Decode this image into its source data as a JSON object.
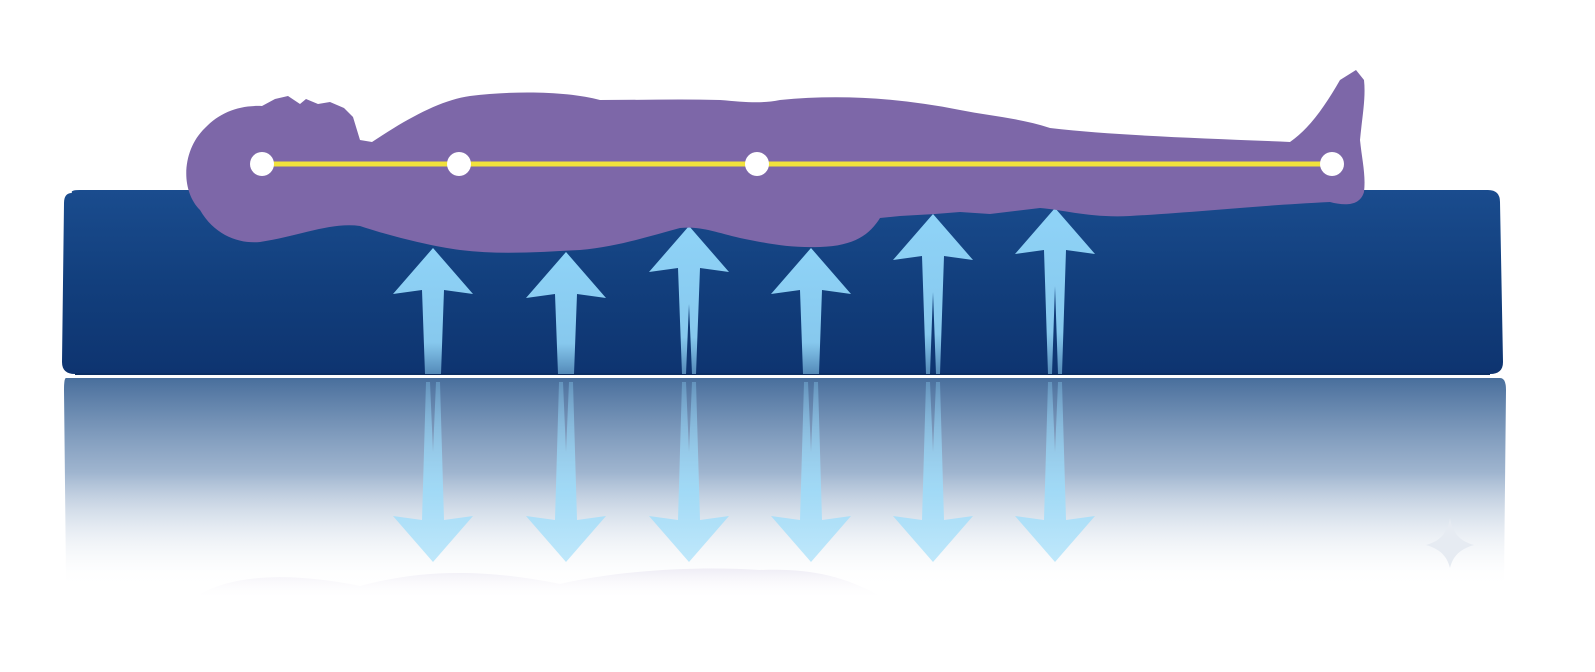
{
  "diagram": {
    "subject": "person-lying-on-mattress",
    "colors": {
      "background": "#ffffff",
      "mattress": "#123f7d",
      "mattress_edge": "#0c2f63",
      "body": "#7d67a8",
      "spine_line": "#f1e23c",
      "joint": "#ffffff",
      "arrow": "#8dd0f4"
    },
    "joints": [
      {
        "name": "head"
      },
      {
        "name": "shoulder"
      },
      {
        "name": "hip"
      },
      {
        "name": "ankle"
      }
    ],
    "support_arrows": 6,
    "reflection": true,
    "corner_mark_icon": "sparkle-icon"
  }
}
